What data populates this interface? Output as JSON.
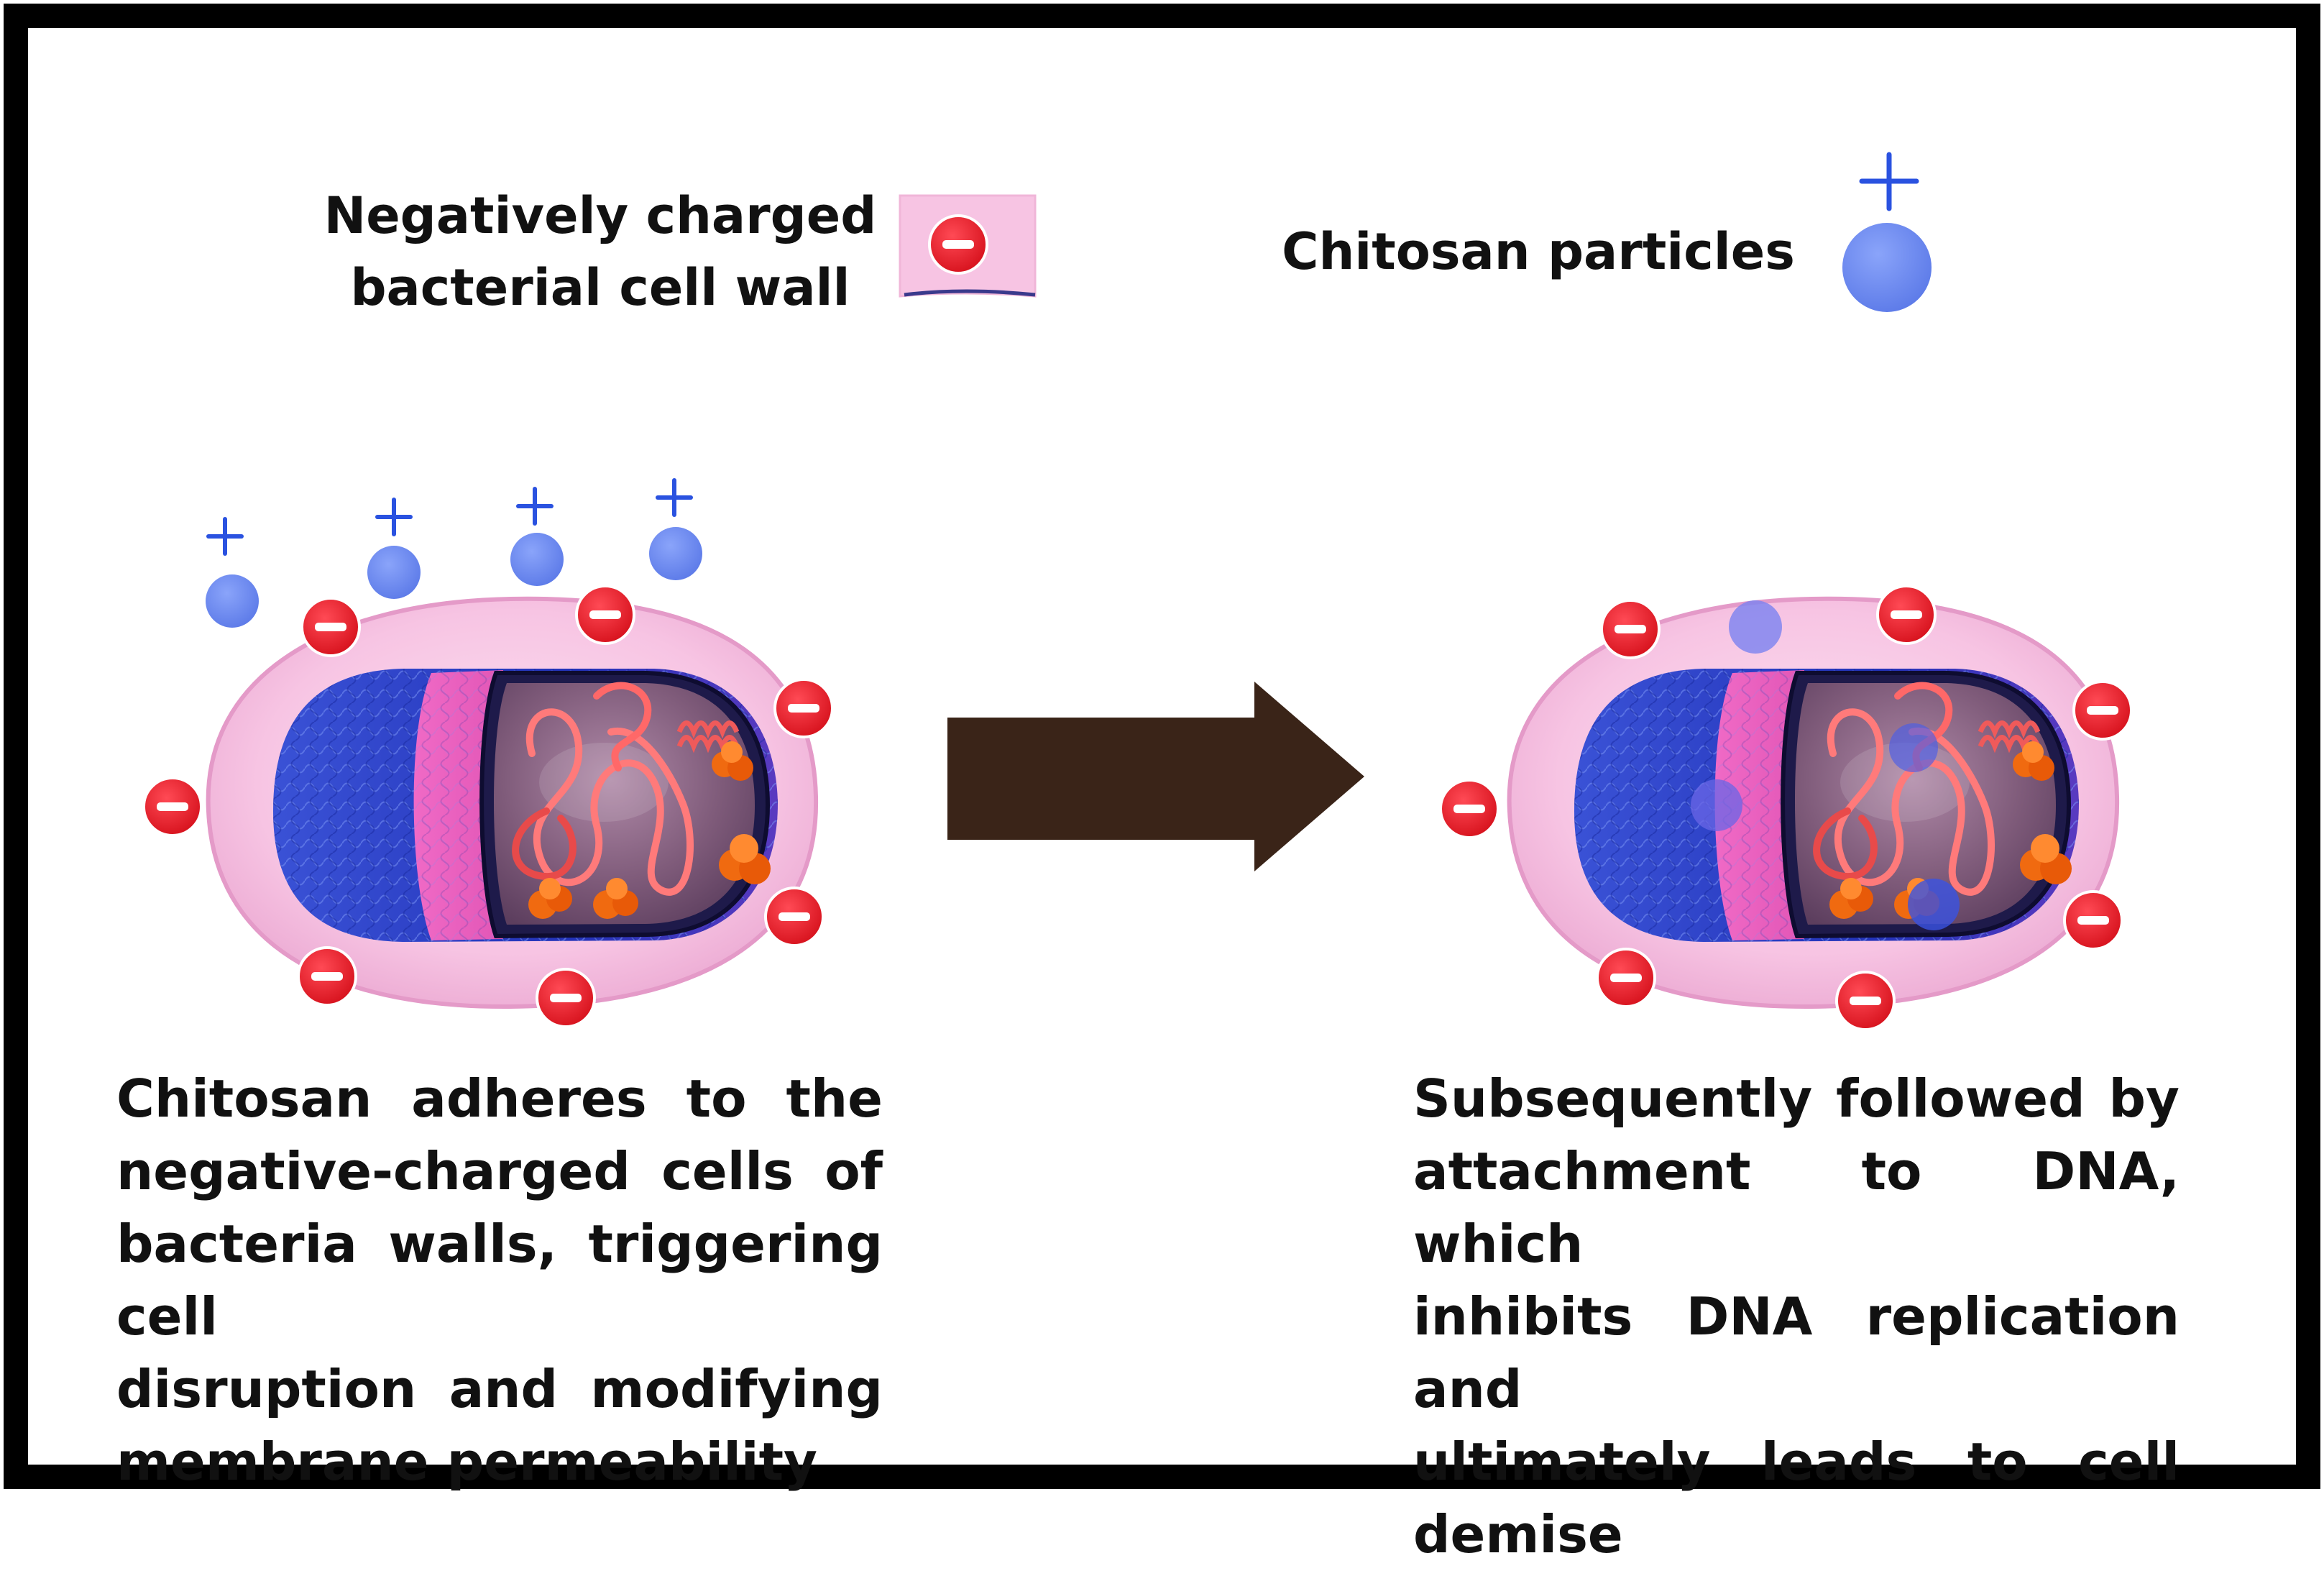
{
  "legend": {
    "cell_wall_label": [
      "Negatively charged",
      "bacterial cell wall"
    ],
    "chitosan_label": "Chitosan particles"
  },
  "captions": {
    "left": [
      "Chitosan adheres to the",
      "negative-charged cells of",
      "bacteria walls, triggering cell",
      "disruption and modifying",
      "membrane permeability"
    ],
    "right": [
      "Subsequently followed by",
      "attachment to DNA, which",
      "inhibits DNA replication and",
      "ultimately leads to cell",
      "demise"
    ]
  },
  "colors": {
    "frame": "#000000",
    "background": "#ffffff",
    "cell_wall": "#f7c4e3",
    "negative_charge": "#e8202e",
    "chitosan": "#6e8cf2",
    "plus_sign": "#2a52e0",
    "arrow": "#3a2418",
    "membrane_blue": "#2b3fc4",
    "cytoplasm": "#7a5474",
    "dna": "#ef5a5a",
    "ribosome": "#f06a10"
  },
  "icons": [
    "minus-icon",
    "plus-icon",
    "chitosan-particle-icon",
    "right-arrow-icon",
    "bacterium-cell-icon",
    "dna-icon",
    "ribosome-icon"
  ]
}
